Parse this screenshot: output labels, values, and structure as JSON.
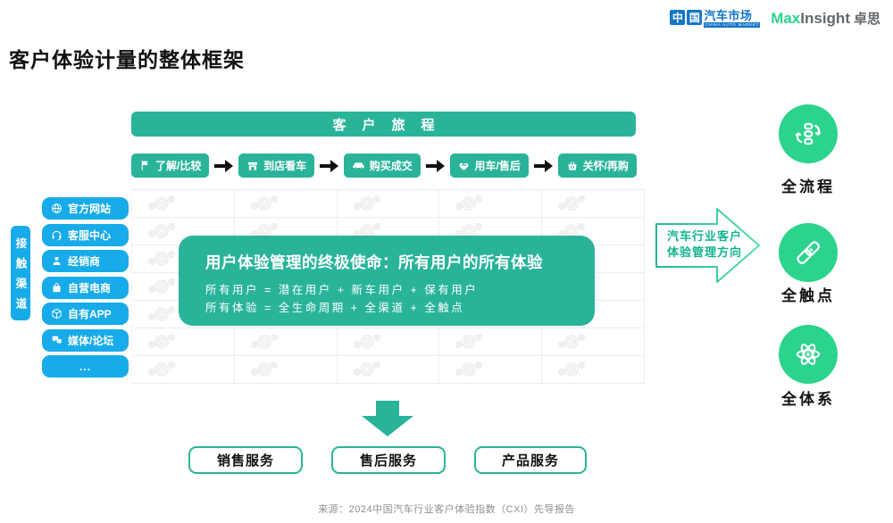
{
  "header": {
    "title": "客户体验计量的整体框架"
  },
  "logos": {
    "cam": {
      "sq1": "中",
      "sq2": "国",
      "zh": "汽车市场",
      "caption": "CHINA AUTO MARKET"
    },
    "max": {
      "part_green": "Max",
      "part_gray": "Insight",
      "part_zh": "卓思"
    }
  },
  "journey": {
    "title": "客户旅程",
    "steps": [
      {
        "icon": "flag-icon",
        "label": "了解/比较"
      },
      {
        "icon": "store-icon",
        "label": "到店看车"
      },
      {
        "icon": "car-icon",
        "label": "购买成交"
      },
      {
        "icon": "handshake-heart-icon",
        "label": "用车/售后"
      },
      {
        "icon": "basket-icon",
        "label": "关怀/再购"
      }
    ]
  },
  "channels": {
    "group_label": "接触渠道",
    "items": [
      {
        "icon": "globe-icon",
        "label": "官方网站"
      },
      {
        "icon": "headset-icon",
        "label": "客服中心"
      },
      {
        "icon": "person-icon",
        "label": "经销商"
      },
      {
        "icon": "bag-icon",
        "label": "自营电商"
      },
      {
        "icon": "cube-icon",
        "label": "自有APP"
      },
      {
        "icon": "chat-icon",
        "label": "媒体/论坛"
      },
      {
        "icon": "none",
        "label": "..."
      }
    ]
  },
  "mission": {
    "title": "用户体验管理的终极使命：所有用户的所有体验",
    "line1": "所有用户 = 潜在用户 + 新车用户 + 保有用户",
    "line2": "所有体验 = 全生命周期 + 全渠道 + 全触点"
  },
  "direction_arrow": {
    "line1": "汽车行业客户",
    "line2": "体验管理方向"
  },
  "pillars": [
    {
      "icon": "process-icon",
      "label": "全流程"
    },
    {
      "icon": "handshake-icon",
      "label": "全触点"
    },
    {
      "icon": "atom-icon",
      "label": "全体系"
    }
  ],
  "services": [
    {
      "label": "销售服务"
    },
    {
      "label": "售后服务"
    },
    {
      "label": "产品服务"
    }
  ],
  "footer": {
    "source": "来源：2024中国汽车行业客户体验指数（CXI）先导报告"
  },
  "colors": {
    "teal": "#29b49a",
    "green": "#2bd38c",
    "blue": "#17abe9"
  }
}
